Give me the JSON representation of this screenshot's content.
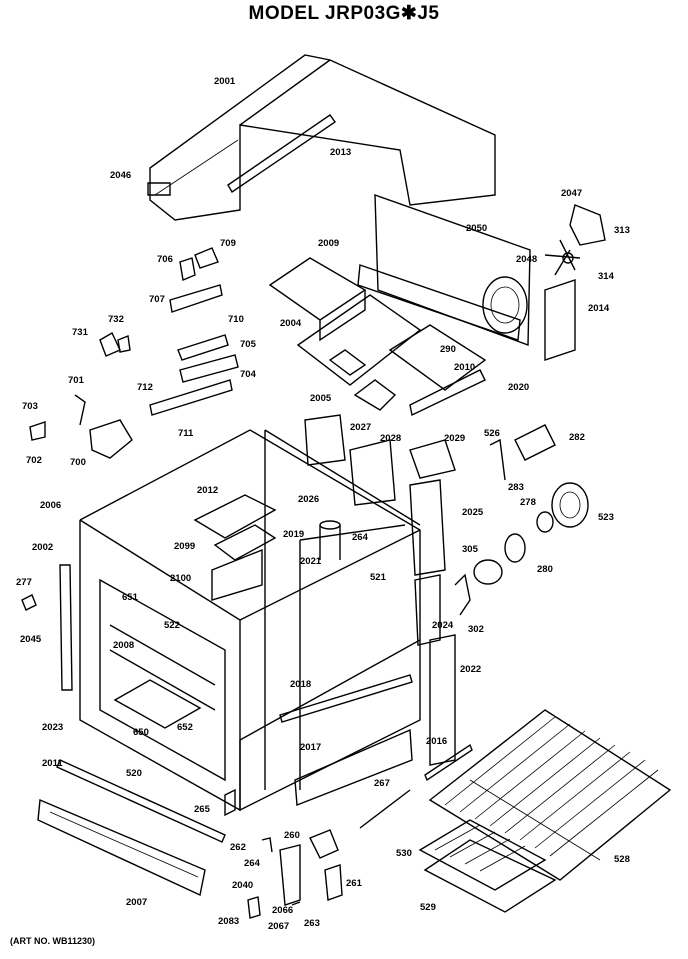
{
  "title": "MODEL JRP03G✱J5",
  "art_number": "(ART NO. WB11230)",
  "part_labels": [
    "2001",
    "2013",
    "2046",
    "2047",
    "313",
    "2050",
    "2048",
    "314",
    "2009",
    "2014",
    "709",
    "706",
    "707",
    "710",
    "732",
    "731",
    "705",
    "2004",
    "290",
    "2010",
    "704",
    "701",
    "712",
    "2005",
    "2020",
    "703",
    "711",
    "702",
    "700",
    "2027",
    "2028",
    "2029",
    "526",
    "282",
    "2012",
    "283",
    "2006",
    "2026",
    "2025",
    "278",
    "523",
    "2002",
    "2099",
    "2019",
    "264",
    "2100",
    "2021",
    "521",
    "305",
    "280",
    "277",
    "651",
    "522",
    "2008",
    "302",
    "2045",
    "2024",
    "2022",
    "2018",
    "650",
    "652",
    "2023",
    "2016",
    "2017",
    "520",
    "2011",
    "267",
    "265",
    "262",
    "260",
    "530",
    "528",
    "264",
    "261",
    "2040",
    "2007",
    "529",
    "2083",
    "2066",
    "2067",
    "263"
  ]
}
